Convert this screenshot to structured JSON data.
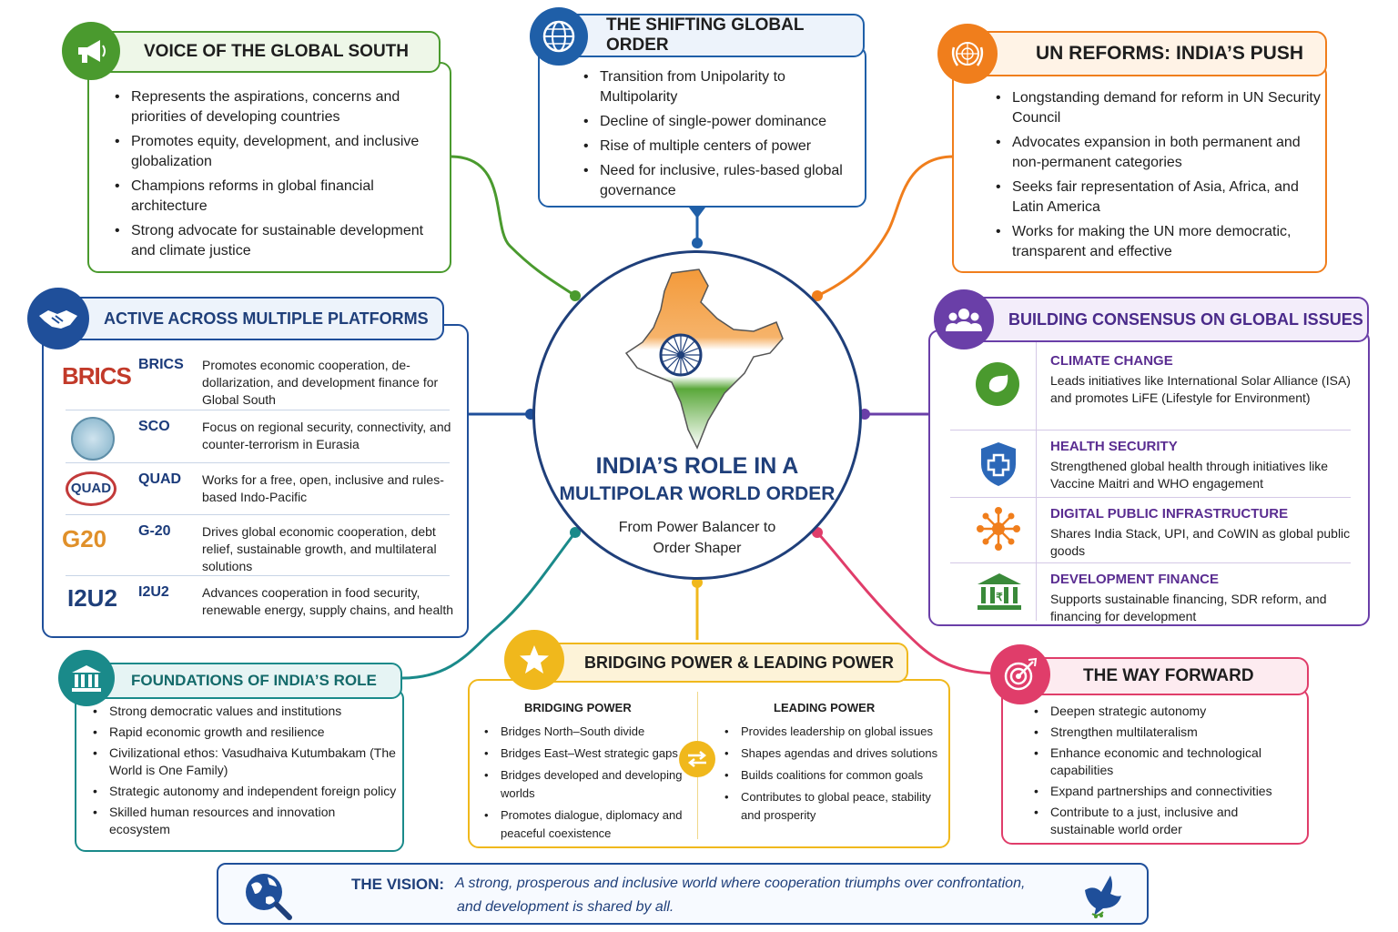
{
  "center": {
    "title_line1": "INDIA’S ROLE IN A",
    "title_line2": "MULTIPOLAR WORLD ORDER",
    "subtitle_line1": "From Power Balancer to",
    "subtitle_line2": "Order Shaper"
  },
  "global_south": {
    "title": "VOICE OF THE GLOBAL SOUTH",
    "items": [
      "Represents the aspirations, concerns and priorities of developing countries",
      "Promotes equity, development, and inclusive globalization",
      "Champions reforms in global financial architecture",
      "Strong advocate for sustainable development and climate justice"
    ]
  },
  "shifting_order": {
    "title": "THE SHIFTING GLOBAL ORDER",
    "items": [
      "Transition from Unipolarity to Multipolarity",
      "Decline of single-power dominance",
      "Rise of multiple centers of power",
      "Need for inclusive, rules-based global governance"
    ]
  },
  "un_reforms": {
    "title": "UN REFORMS: INDIA’S PUSH",
    "items": [
      "Longstanding demand for reform in UN Security Council",
      "Advocates expansion in both permanent and non-permanent categories",
      "Seeks fair representation of Asia, Africa, and Latin America",
      "Works for making the UN more democratic, transparent and effective"
    ]
  },
  "platforms": {
    "title": "ACTIVE ACROSS MULTIPLE PLATFORMS",
    "rows": [
      {
        "logo": "BRICS",
        "name": "BRICS",
        "desc": "Promotes economic cooperation, de-dollarization, and development finance for Global South"
      },
      {
        "logo": "",
        "name": "SCO",
        "desc": "Focus on regional security, connectivity, and counter-terrorism in Eurasia"
      },
      {
        "logo": "QUAD",
        "name": "QUAD",
        "desc": "Works for a free, open, inclusive and rules-based Indo-Pacific"
      },
      {
        "logo": "G20",
        "name": "G-20",
        "desc": "Drives global economic cooperation, debt relief, sustainable growth, and multilateral solutions"
      },
      {
        "logo": "I2U2",
        "name": "I2U2",
        "desc": "Advances cooperation in food security, renewable energy, supply chains, and health"
      }
    ]
  },
  "consensus": {
    "title": "BUILDING CONSENSUS ON GLOBAL ISSUES",
    "rows": [
      {
        "title": "CLIMATE CHANGE",
        "desc": "Leads initiatives like International Solar Alliance (ISA) and promotes LiFE (Lifestyle for Environment)"
      },
      {
        "title": "HEALTH SECURITY",
        "desc": "Strengthened global health through initiatives like Vaccine Maitri and WHO engagement"
      },
      {
        "title": "DIGITAL PUBLIC INFRASTRUCTURE",
        "desc": "Shares India Stack, UPI, and CoWIN as global public goods"
      },
      {
        "title": "DEVELOPMENT FINANCE",
        "desc": "Supports sustainable financing, SDR reform, and financing for development"
      }
    ]
  },
  "foundations": {
    "title": "FOUNDATIONS OF INDIA’S ROLE",
    "items": [
      "Strong democratic values and institutions",
      "Rapid economic growth and resilience",
      "Civilizational ethos: Vasudhaiva Kutumbakam (The World is One Family)",
      "Strategic autonomy and independent foreign policy",
      "Skilled human resources and innovation ecosystem"
    ]
  },
  "bridging": {
    "title": "BRIDGING POWER & LEADING POWER",
    "left_title": "BRIDGING POWER",
    "left_items": [
      "Bridges North–South divide",
      "Bridges East–West strategic gaps",
      "Bridges developed and developing worlds",
      "Promotes dialogue, diplomacy and peaceful coexistence"
    ],
    "right_title": "LEADING POWER",
    "right_items": [
      "Provides leadership on global issues",
      "Shapes agendas and drives solutions",
      "Builds coalitions for common goals",
      "Contributes to global peace, stability and prosperity"
    ]
  },
  "way_forward": {
    "title": "THE WAY FORWARD",
    "items": [
      "Deepen strategic autonomy",
      "Strengthen multilateralism",
      "Enhance economic and technological capabilities",
      "Expand partnerships and connectivities",
      "Contribute to a just, inclusive and sustainable world order"
    ]
  },
  "vision": {
    "label": "THE VISION:",
    "line1": "A strong, prosperous and inclusive world where cooperation triumphs over confrontation,",
    "line2": "and development is shared by all."
  },
  "colors": {
    "green": "#4a9a2e",
    "blue": "#1f5fa8",
    "orange": "#f07e1c",
    "navy": "#1f4f9a",
    "purple": "#6a3fa8",
    "teal": "#1a8a8a",
    "gold": "#f0b81c",
    "red": "#e03d6a"
  }
}
